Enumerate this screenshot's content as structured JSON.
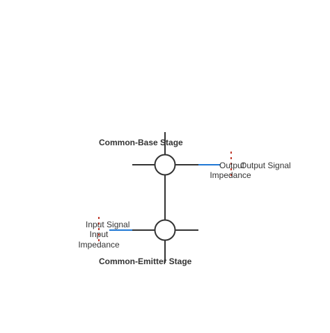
{
  "diagram": {
    "stages": {
      "common_base": {
        "label": "Common-Base Stage"
      },
      "common_emitter": {
        "label": "Common-Emitter Stage"
      }
    },
    "signals": {
      "input_label": "Input Signal",
      "output_label": "Output Signal"
    },
    "impedances": {
      "input_line1": "Input",
      "input_line2": "Impedance",
      "output_line1": "Output",
      "output_line2": "Impedance"
    },
    "colors": {
      "wire": "#333333",
      "signal": "#1f77d4",
      "impedance_marker": "#c0392b",
      "node_fill": "#ffffff",
      "text": "#333333"
    }
  }
}
